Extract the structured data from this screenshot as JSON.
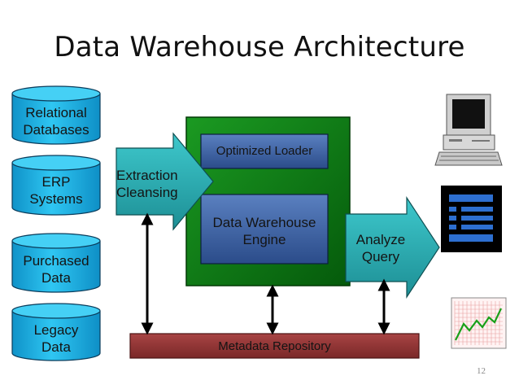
{
  "slide": {
    "title": "Data Warehouse Architecture",
    "page_number": "12"
  },
  "sources": [
    {
      "line1": "Relational",
      "line2": "Databases"
    },
    {
      "line1": "ERP",
      "line2": "Systems"
    },
    {
      "line1": "Purchased",
      "line2": "Data"
    },
    {
      "line1": "Legacy",
      "line2": "Data"
    }
  ],
  "extraction": {
    "line1": "Extraction",
    "line2": "Cleansing"
  },
  "warehouse": {
    "loader": "Optimized Loader",
    "engine_line1": "Data Warehouse",
    "engine_line2": "Engine"
  },
  "analyze": {
    "line1": "Analyze",
    "line2": "Query"
  },
  "metadata": {
    "label": "Metadata Repository"
  },
  "icons": [
    "desktop-computer-icon",
    "report-document-icon",
    "line-chart-icon"
  ],
  "colors": {
    "cylinder": "#17b6e6",
    "arrow_teal": "#27a9ad",
    "warehouse_green": "#0a7a12",
    "inner_box": "#3b5fa0",
    "metadata_red": "#8e3535",
    "chart_line": "#19a019"
  }
}
